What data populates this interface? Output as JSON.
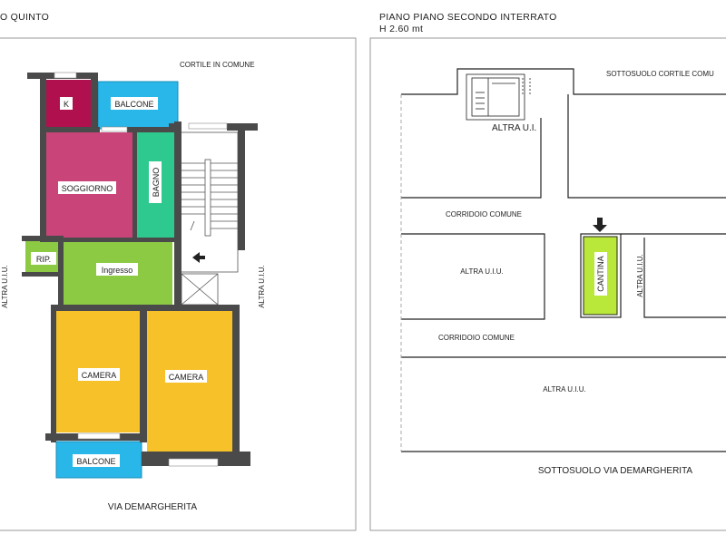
{
  "left_plan": {
    "title": "O QUINTO",
    "courtyard_label": "CORTILE IN COMUNE",
    "street_label": "VIA DEMARGHERITA",
    "side_left": "ALTRA U.I.U.",
    "side_right": "ALTRA U.I.U.",
    "rooms": {
      "kitchen": "K",
      "balcony_top": "BALCONE",
      "living": "SOGGIORNO",
      "bathroom": "BAGNO",
      "storage": "RIP.",
      "entrance": "Ingresso",
      "bedroom_left": "CAMERA",
      "bedroom_right": "CAMERA",
      "balcony_bottom": "BALCONE"
    },
    "colors": {
      "kitchen": "#b0114e",
      "balcony": "#29b6e8",
      "living": "#c94478",
      "bathroom": "#2ec98f",
      "green": "#8dca44",
      "bedroom": "#f7c12a",
      "wall": "#4a4a4a"
    }
  },
  "right_plan": {
    "title": "PIANO PIANO SECONDO INTERRATO",
    "height_label": "H 2.60 mt",
    "courtyard_label": "SOTTOSUOLO CORTILE COMU",
    "stair_label": "ALTRA U.I.",
    "corridor_top": "CORRIDOIO  COMUNE",
    "corridor_bottom": "CORRIDOIO  COMUNE",
    "unit_left": "ALTRA U.I.U.",
    "cellar": "CANTINA",
    "unit_right": "ALTRA U.I.U.",
    "unit_bottom": "ALTRA U.I.U.",
    "street_label": "SOTTOSUOLO VIA DEMARGHERITA",
    "colors": {
      "cellar": "#b9e83a",
      "wall": "#222222"
    }
  }
}
